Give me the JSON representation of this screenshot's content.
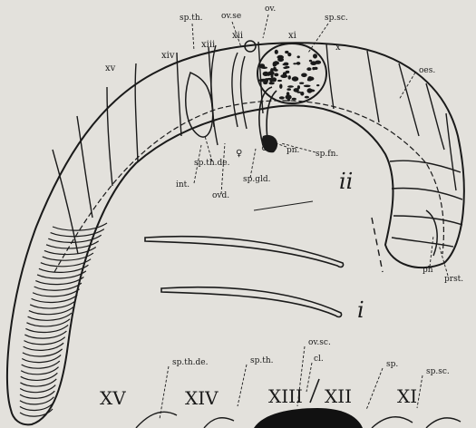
{
  "upper_figure": {
    "segments": {
      "xv": "xv",
      "xiv": "xiv",
      "xiii": "xiii",
      "xii": "xii",
      "xi": "xi",
      "x": "x"
    },
    "labels": {
      "sp_th": "sp.th.",
      "ov_se": "ov.se",
      "ov": "ov.",
      "sp_sc": "sp.sc.",
      "oes": "oes.",
      "sp_th_de": "sp.th.de.",
      "female": "♀",
      "male": "♂",
      "pn": "pn.",
      "sp_fn": "sp.fn.",
      "int": "int.",
      "ovd": "ovd.",
      "sp_gld": "sp.gld.",
      "ph": "ph",
      "prst": "prst."
    },
    "figure_number": "ii"
  },
  "middle_figure": {
    "figure_number": "i"
  },
  "lower_figure": {
    "segments": {
      "xv": "XV",
      "xiv": "XIV",
      "xiii": "XIII",
      "xii": "XII",
      "xi": "XI"
    },
    "labels": {
      "sp_th_de": "sp.th.de.",
      "sp_th": "sp.th.",
      "ov_sc": "ov.sc.",
      "cl": "cl.",
      "sp": "sp.",
      "sp_sc": "sp.sc."
    }
  }
}
